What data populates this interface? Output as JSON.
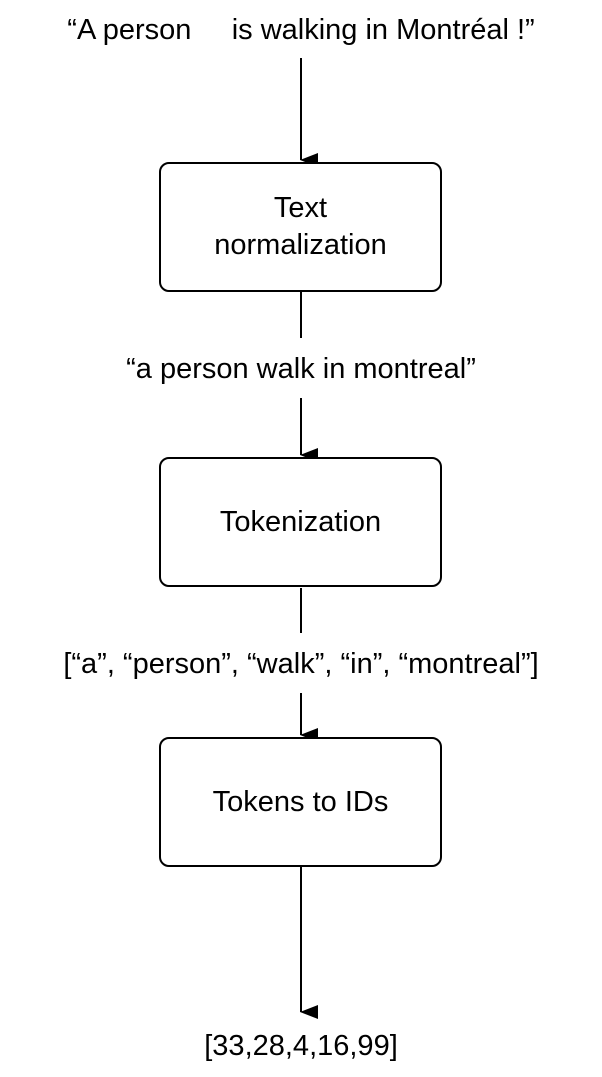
{
  "stages": {
    "input_text": "“A person     is walking in Montréal !”",
    "normalization": {
      "line1": "Text",
      "line2": "normalization"
    },
    "normalized_text": "“a person walk in montreal”",
    "tokenization": "Tokenization",
    "tokens_text": "[“a”, “person”, “walk”, “in”, “montreal”]",
    "tokens_to_ids": "Tokens to IDs",
    "ids_text": "[33,28,4,16,99]"
  },
  "colors": {
    "stroke": "#000000",
    "background": "#ffffff"
  }
}
